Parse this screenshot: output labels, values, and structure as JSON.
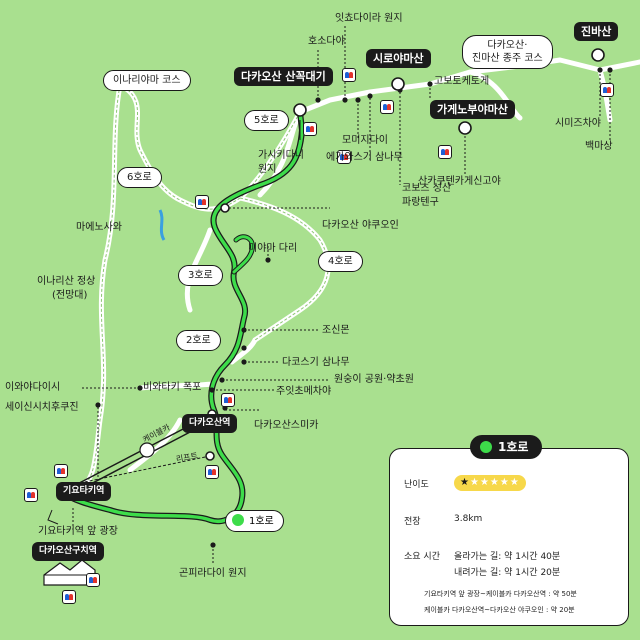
{
  "map": {
    "course_labels": {
      "c1": "1호로",
      "c2": "2호로",
      "c3": "3호로",
      "c4": "4호로",
      "c5": "5호로",
      "c6": "6호로",
      "inari": "이나리야마 코스",
      "jinba_line1": "다카오산·",
      "jinba_line2": "진마산 종주 코스"
    },
    "peaks": {
      "takao": "다카오산 산꼭대기",
      "shiro": "시로야마산",
      "kagenobu": "가게노부야마산",
      "jinba": "진바산"
    },
    "stations": {
      "cable_station": "다카오산역",
      "kiyotaki": "기요타키역",
      "takaosanguchi": "다카오산구치역"
    },
    "places": {
      "ichodaira": "잇쵸다이라 원지",
      "hosodaya": "호소다야",
      "momijidai": "모미지다이",
      "egawa": "에가와스기 삼나무",
      "kobotoke_pass": "고보토케토게",
      "kobotoke_sakura1": "코보츠 성산",
      "kobotoke_sakura2": "파랑텐구",
      "sankakute": "산카쿠텐카게신고야",
      "shimizu": "시미즈차야",
      "mehayama": "백마상",
      "kasikidani1": "가시키다니",
      "kasikidani2": "원지",
      "yakuoin": "다카오산 야쿠오인",
      "maenosawa": "마에노사와",
      "miyama_bridge": "미야마 다리",
      "inari_top1": "이나리산 정상",
      "inari_top2": "(전망대)",
      "joshinmon": "조신몬",
      "takosugi": "다코스기 삼나무",
      "monkey_park": "원숭이 공원·약초원",
      "juichaya": "주잇초메차야",
      "iwaya": "이와야다이시",
      "biwa": "비와타키 폭포",
      "seishin": "세이신시치후쿠진",
      "sumika": "다카오산스미카",
      "cable_car": "케이블카",
      "lift": "리프트",
      "kiyotaki_plaza": "기요타키역 앞 광장",
      "konpira": "곤피라다이 원지",
      "course_marker": "1호로"
    }
  },
  "info_card": {
    "title": "1호로",
    "difficulty_label": "난이도",
    "difficulty_stars": 1,
    "difficulty_max": 6,
    "length_label": "전장",
    "length_value": "3.8km",
    "time_label": "소요 시간",
    "up_time": "올라가는 길: 약 1시간 40분",
    "down_time": "내려가는 길: 약 1시간 20분",
    "note1": "기요타키역 앞 광장~케이블카 다카오산역 : 약 50분",
    "note2": "케이블카 다카오산역~다카오산 야쿠오인 : 약 20분"
  },
  "colors": {
    "background": "#a9e08f",
    "route1": "#3ddc4a",
    "route_other": "#ffffff",
    "star": "#f7d84a"
  },
  "icons": [
    "toilet-icon",
    "cable-car-icon",
    "peak-marker-icon",
    "station-icon",
    "temple-icon",
    "dot-marker-icon"
  ]
}
